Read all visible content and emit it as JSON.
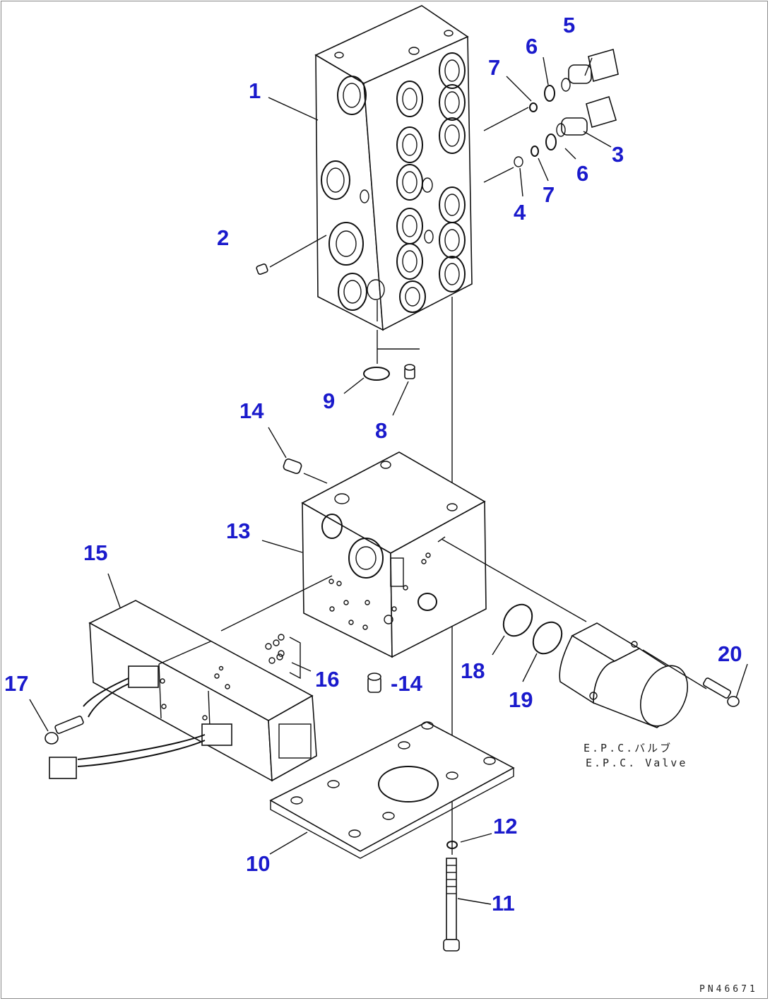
{
  "labels": {
    "p1": "1",
    "p2": "2",
    "p3": "3",
    "p4": "4",
    "p5": "5",
    "p6a": "6",
    "p6b": "6",
    "p7a": "7",
    "p7b": "7",
    "p8": "8",
    "p9": "9",
    "p10": "10",
    "p11": "11",
    "p12": "12",
    "p13": "13",
    "p14a": "14",
    "p14b": "-14",
    "p15": "15",
    "p16": "16",
    "p17": "17",
    "p18": "18",
    "p19": "19",
    "p20": "20"
  },
  "epc_caption": {
    "jp": "E.P.C.バルブ",
    "en": "E.P.C. Valve"
  },
  "drawing_code": "PN46671"
}
